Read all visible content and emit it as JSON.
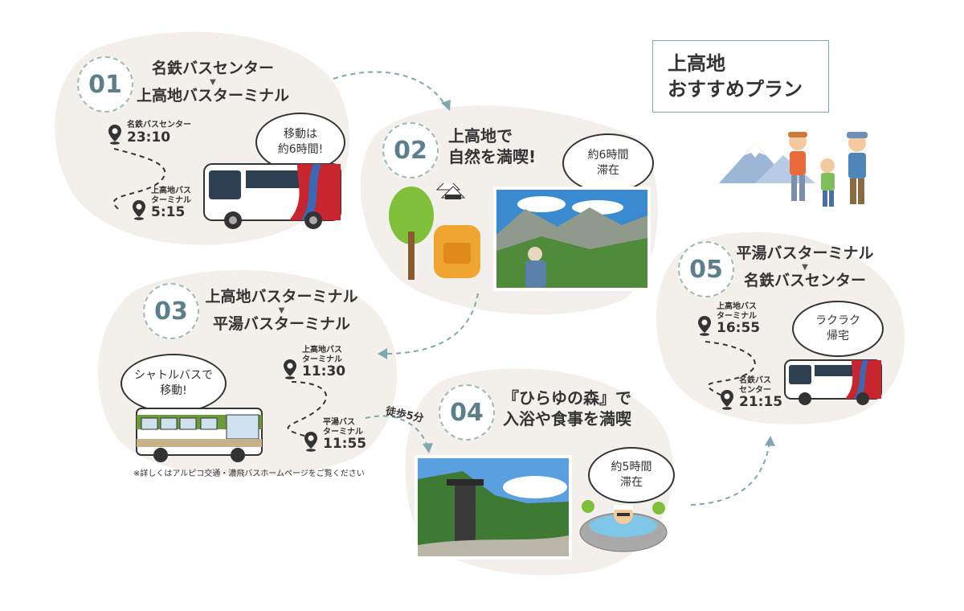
{
  "title": {
    "line1": "上高地",
    "line2": "おすすめプラン"
  },
  "steps": [
    {
      "num": "01",
      "from": "名鉄バスセンター",
      "arrow": "▼",
      "to": "上高地バスターミナル",
      "bubble": {
        "line1": "移動は",
        "line2": "約6時間!"
      },
      "stops": [
        {
          "label1": "名鉄バスセンター",
          "label2": "",
          "time": "23:10"
        },
        {
          "label1": "上高地バス",
          "label2": "ターミナル",
          "time": "5:15"
        }
      ]
    },
    {
      "num": "02",
      "heading1": "上高地で",
      "heading2": "自然を満喫!",
      "bubble": {
        "line1": "約6時間",
        "line2": "滞在"
      }
    },
    {
      "num": "03",
      "from": "上高地バスターミナル",
      "arrow": "▼",
      "to": "平湯バスターミナル",
      "bubble": {
        "line1": "シャトルバスで",
        "line2": "移動!"
      },
      "stops": [
        {
          "label1": "上高地バス",
          "label2": "ターミナル",
          "time": "11:30"
        },
        {
          "label1": "平湯バス",
          "label2": "ターミナル",
          "time": "11:55"
        }
      ],
      "note": "※詳しくはアルピコ交通・濃飛バスホームページをご覧ください"
    },
    {
      "num": "04",
      "heading1": "『ひらゆの森』で",
      "heading2": "入浴や食事を満喫",
      "walk": "徒歩5分",
      "bubble": {
        "line1": "約5時間",
        "line2": "滞在"
      }
    },
    {
      "num": "05",
      "from": "平湯バスターミナル",
      "arrow": "▼",
      "to": "名鉄バスセンター",
      "bubble": {
        "line1": "ラクラク",
        "line2": "帰宅"
      },
      "stops": [
        {
          "label1": "上高地バス",
          "label2": "ターミナル",
          "time": "16:55"
        },
        {
          "label1": "名鉄バス",
          "label2": "センター",
          "time": "21:15"
        }
      ]
    }
  ],
  "colors": {
    "blob": "#f3f0eb",
    "accent": "#5d7f8c",
    "dash": "#7fa7b0",
    "bus_red": "#c8262e",
    "shuttle_green": "#6a9a3a"
  }
}
